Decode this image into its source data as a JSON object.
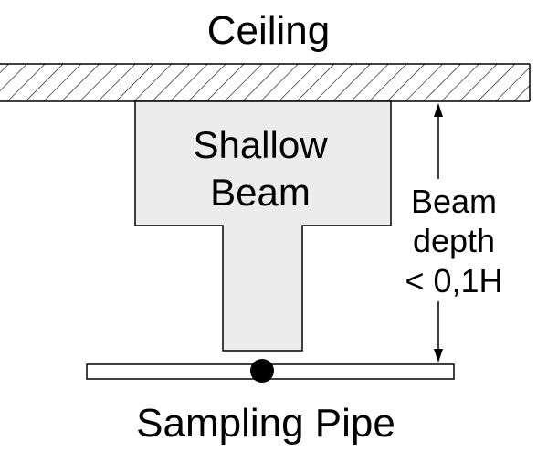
{
  "labels": {
    "ceiling": "Ceiling",
    "beam_line1": "Shallow",
    "beam_line2": "Beam",
    "depth_line1": "Beam",
    "depth_line2": "depth",
    "depth_line3": "< 0,1H",
    "pipe": "Sampling Pipe"
  },
  "colors": {
    "beam_fill": "#ececec",
    "outline": "#000000",
    "background": "#ffffff"
  }
}
